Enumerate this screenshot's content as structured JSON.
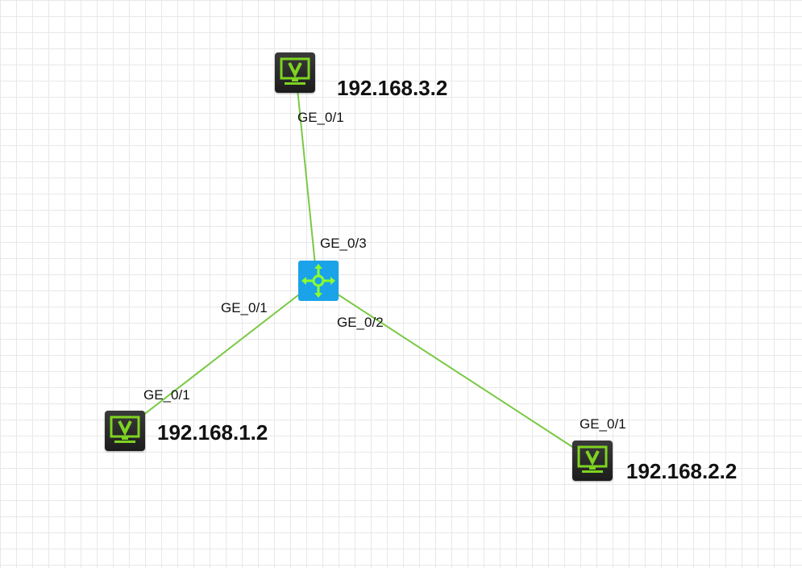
{
  "colors": {
    "link": "#7ac943",
    "router_fill": "#1aa3e8",
    "router_glyph": "#8cff2e",
    "pc_screen": "#7ed321"
  },
  "nodes": {
    "router": {
      "icon": "router-icon"
    },
    "pc_top": {
      "icon": "pc-icon",
      "ip": "192.168.3.2",
      "port": "GE_0/1"
    },
    "pc_left": {
      "icon": "pc-icon",
      "ip": "192.168.1.2",
      "port": "GE_0/1"
    },
    "pc_right": {
      "icon": "pc-icon",
      "ip": "192.168.2.2",
      "port": "GE_0/1"
    }
  },
  "router_ports": {
    "to_top": "GE_0/3",
    "to_left": "GE_0/1",
    "to_right": "GE_0/2"
  }
}
